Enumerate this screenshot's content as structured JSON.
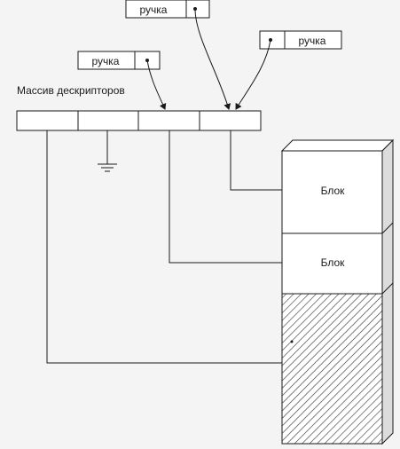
{
  "title": "Массив дескрипторов",
  "handles": [
    {
      "label": "ручка"
    },
    {
      "label": "ручка"
    },
    {
      "label": "ручка"
    }
  ],
  "blocks": [
    {
      "label": "Блок"
    },
    {
      "label": "Блок"
    }
  ],
  "descriptor_slots": 4
}
